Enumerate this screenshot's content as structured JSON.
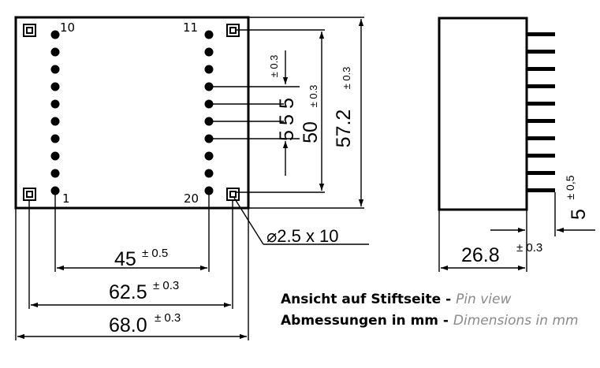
{
  "pins": {
    "label_top_left": "10",
    "label_top_right": "11",
    "label_bottom_left": "1",
    "label_bottom_right": "20"
  },
  "dims": {
    "pitch_value": "5",
    "pitch_tol": "± 0.3",
    "span_pitch_value": "5",
    "span_value": "50",
    "span_tol": "± 0.3",
    "height_value": "57.2",
    "height_tol": "± 0.3",
    "pin_row_value": "45",
    "pin_row_tol": "± 0.5",
    "outer_pin_value": "62.5",
    "outer_pin_tol": "± 0.3",
    "width_value": "68.0",
    "width_tol": "± 0.3",
    "pin_size": "⌀2.5 x 10",
    "depth_value": "26.8",
    "depth_tol": "± 0.3",
    "pin_len_value": "5",
    "pin_len_tol": "± 0,5"
  },
  "captions": {
    "line1_de": "Ansicht auf Stiftseite",
    "line1_sep": " - ",
    "line1_en": "Pin view",
    "line2_de": "Abmessungen in mm",
    "line2_sep": " - ",
    "line2_en": "Dimensions in mm"
  }
}
